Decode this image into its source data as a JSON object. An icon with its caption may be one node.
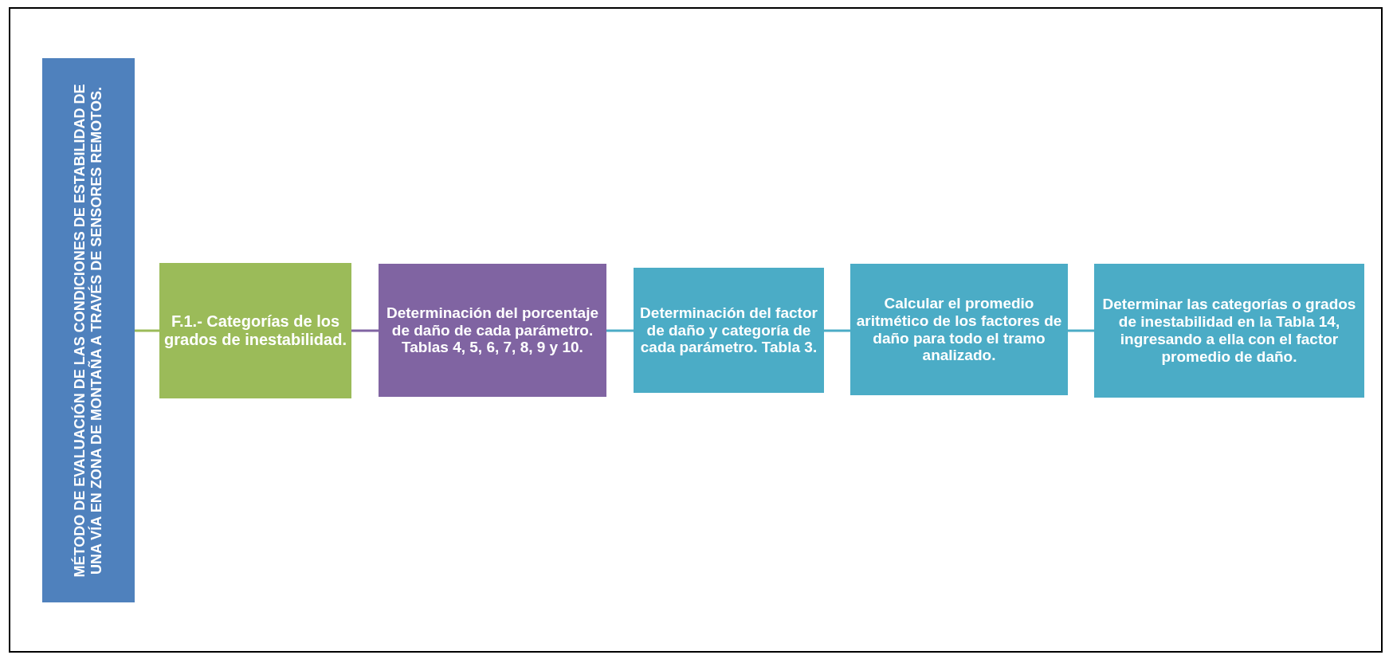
{
  "diagram": {
    "nodes": [
      {
        "text": [
          "MÉTODO DE EVALUACIÓN DE LAS CONDICIONES DE ESTABILIDAD DE UNA VÍA EN ZONA DE MONTAÑA A TRAVÉS DE SENSORES REMOTOS."
        ]
      },
      {
        "text": [
          "F.1.- Categorías de los grados de inestabilidad."
        ]
      },
      {
        "text": [
          "Determinación del porcentaje de daño de cada parámetro. Tablas 4, 5, 6, 7, 8, 9 y 10."
        ]
      },
      {
        "text": [
          "Determinación del factor de daño y categoría de cada parámetro. Tabla 3."
        ]
      },
      {
        "text": [
          "Calcular el promedio aritmético de los factores de daño para todo el tramo analizado."
        ]
      },
      {
        "text": [
          "Determinar las categorías o grados de inestabilidad en la Tabla 14, ingresando a ella con el factor promedio de daño."
        ]
      }
    ],
    "edges": [
      {
        "from": 0,
        "to": 1,
        "arrow": "none",
        "color": "#9bbb59"
      },
      {
        "from": 1,
        "to": 2,
        "arrow": "none",
        "color": "#8064a2"
      },
      {
        "from": 2,
        "to": 3,
        "arrow": "none"
      },
      {
        "from": 3,
        "to": 4,
        "arrow": "none"
      },
      {
        "from": 4,
        "to": 5,
        "arrow": "none"
      }
    ]
  }
}
